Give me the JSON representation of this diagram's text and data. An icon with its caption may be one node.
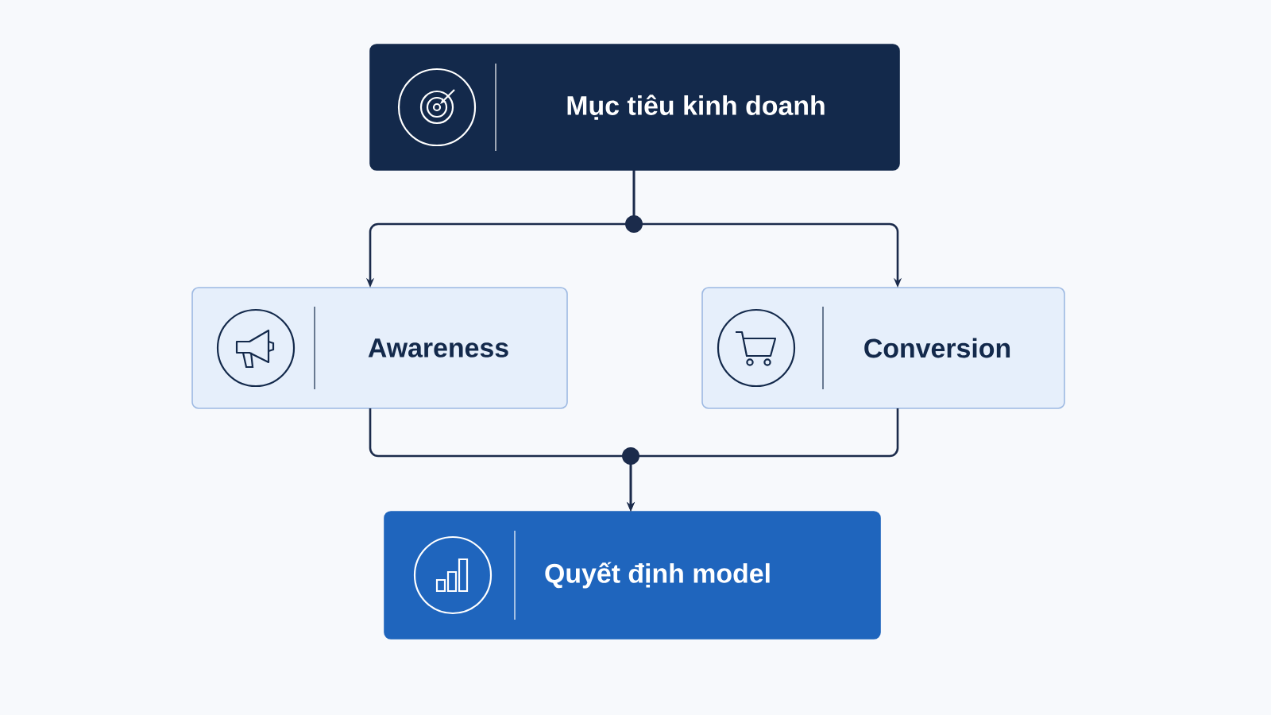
{
  "diagram": {
    "nodes": [
      {
        "text": [
          "Mục tiêu kinh doanh"
        ]
      },
      {
        "text": [
          "Awareness"
        ]
      },
      {
        "text": [
          "Conversion"
        ]
      },
      {
        "text": [
          "Quyết định model"
        ]
      }
    ],
    "edges": [
      {
        "from": 0,
        "to": 1,
        "arrow": "to"
      },
      {
        "from": 0,
        "to": 2,
        "arrow": "to"
      },
      {
        "from": 1,
        "to": 3,
        "arrow": "to"
      },
      {
        "from": 2,
        "to": 3,
        "arrow": "to"
      }
    ]
  }
}
